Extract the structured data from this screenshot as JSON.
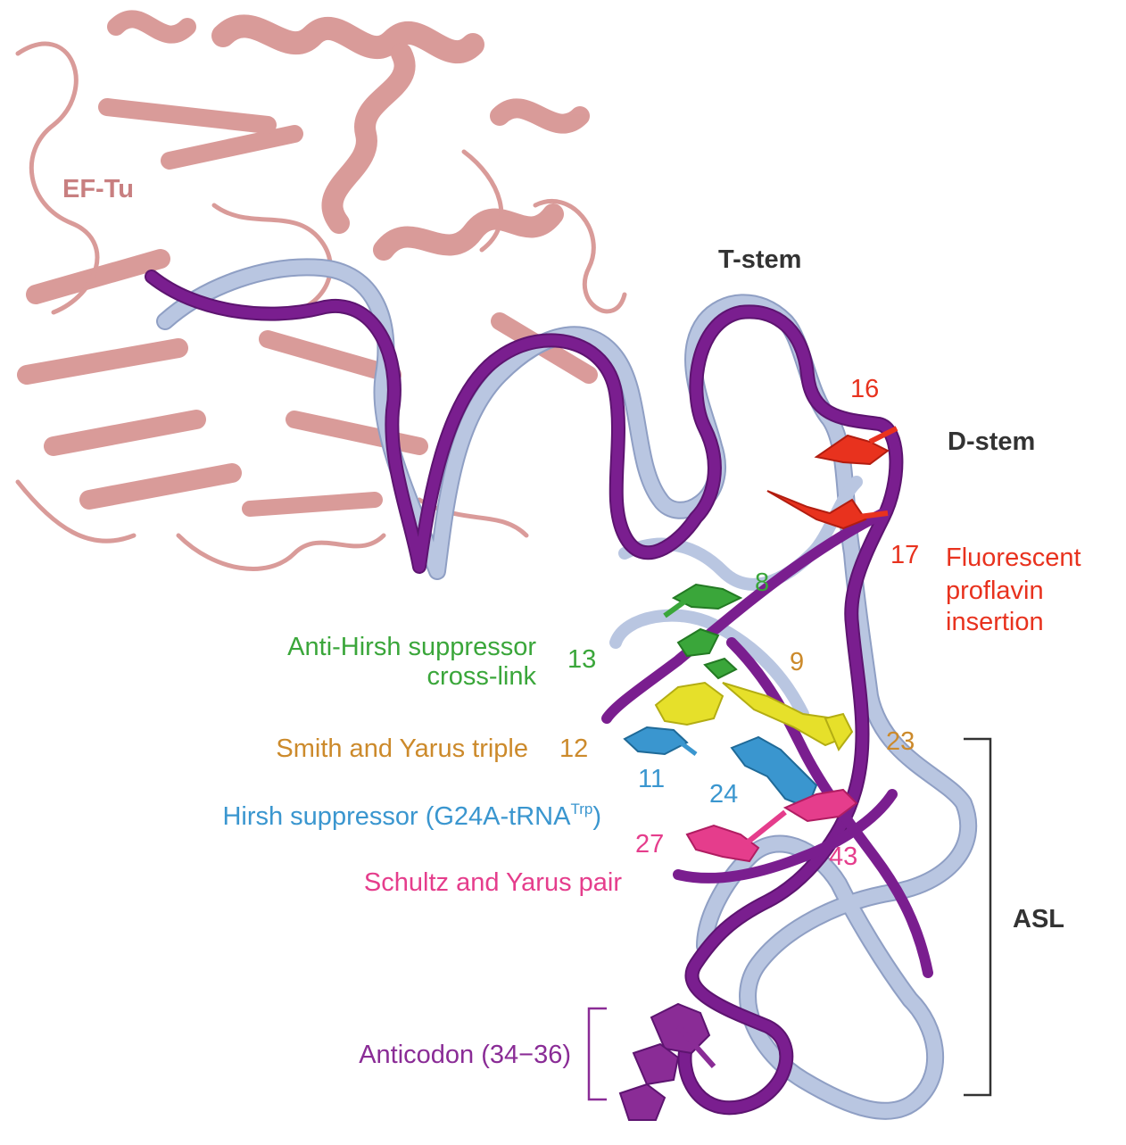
{
  "colors": {
    "protein": "#cd7a78",
    "protein_label": "#c87f80",
    "trna_native": "#7a1e8f",
    "trna_mutant": "#b9c6e1",
    "structure_label": "#333333",
    "red": "#e8321e",
    "green": "#3aa63a",
    "orange": "#cc8a2b",
    "blue": "#3a96cf",
    "pink": "#e53d8c",
    "yellow": "#e6e02a",
    "purple": "#8a2c96"
  },
  "labels": {
    "ef_tu": "EF-Tu",
    "t_stem": "T-stem",
    "d_stem": "D-stem",
    "asl": "ASL",
    "n16": "16",
    "n17": "17",
    "fluorescent_line1": "Fluorescent",
    "fluorescent_line2": "proflavin",
    "fluorescent_line3": "insertion",
    "n8": "8",
    "n9": "9",
    "n13": "13",
    "anti_hirsh_line1": "Anti-Hirsh suppressor",
    "anti_hirsh_line2": "cross-link",
    "n12": "12",
    "smith_yarus": "Smith and Yarus triple",
    "n23": "23",
    "n11": "11",
    "n24": "24",
    "hirsh_main": "Hirsh suppressor (G24A-tRNA",
    "hirsh_sup": "Trp",
    "hirsh_close": ")",
    "n27": "27",
    "n43": "43",
    "schultz_yarus": "Schultz and Yarus pair",
    "anticodon": "Anticodon (34−36)"
  },
  "icons": {
    "protein": "ef-tu-ribbon",
    "trna": "trna-tube",
    "nucleotide": "base-sticks"
  }
}
